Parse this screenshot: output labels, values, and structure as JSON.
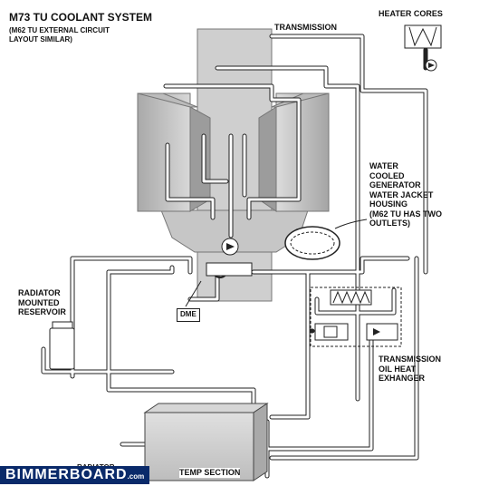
{
  "title": "M73 TU COOLANT SYSTEM",
  "subtitle": "(M62 TU EXTERNAL CIRCUIT\nLAYOUT SIMILAR)",
  "labels": {
    "transmission_top": "TRANSMISSION",
    "heater_cores": "HEATER CORES",
    "generator": "WATER\nCOOLED\nGENERATOR\nWATER JACKET\nHOUSING\n(M62 TU HAS TWO\nOUTLETS)",
    "reservoir": "RADIATOR\nMOUNTED\nRESERVOIR",
    "dme": "DME",
    "trans_oil_heat": "TRANSMISSION\nOIL HEAT\nEXHANGER",
    "temp_section": "TEMP SECTION",
    "radiator_partial": "RADIATOR"
  },
  "watermark": {
    "main": "BIMMERBOARD",
    "suffix": ".com"
  },
  "colors": {
    "engine": "#c9c9c9",
    "pipe": "#ffffff",
    "line": "#222222",
    "watermark_bg": "#0a2a6a"
  }
}
